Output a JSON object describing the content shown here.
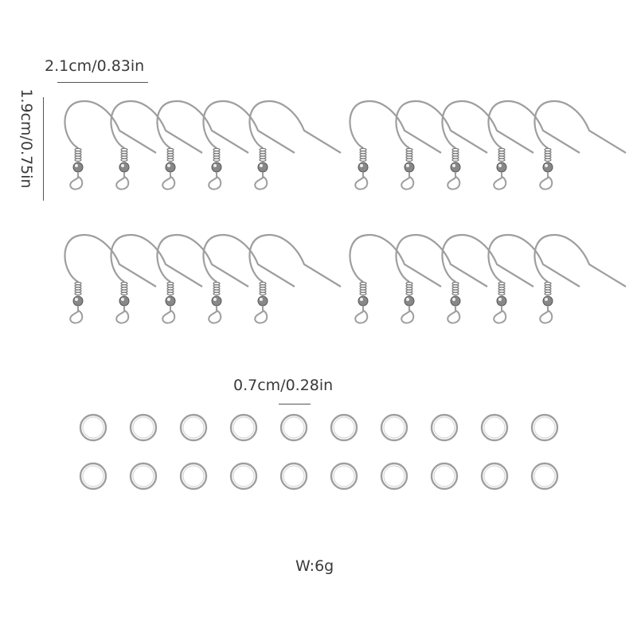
{
  "product": {
    "hook_width_label": "2.1cm/0.83in",
    "hook_height_label": "1.9cm/0.75in",
    "ring_diameter_label": "0.7cm/0.28in",
    "weight_label": "W:6g",
    "hook_count": 20,
    "ring_count": 20,
    "colors": {
      "metal_stroke": "#9e9e9e",
      "metal_fill": "#cfcfcf",
      "text": "#3a3a3a"
    }
  }
}
